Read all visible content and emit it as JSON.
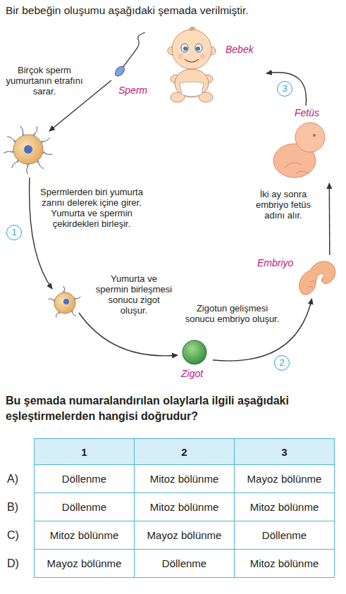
{
  "diagram": {
    "title": "Bir bebeğin oluşumu aşağıdaki şemada verilmiştir.",
    "nodes": [
      {
        "text": [
          "Bebek"
        ]
      },
      {
        "text": [
          "Sperm"
        ]
      },
      {
        "text": [
          "Fetüs"
        ]
      },
      {
        "text": [
          "Embriyo"
        ]
      },
      {
        "text": [
          "Zigot"
        ]
      }
    ],
    "edges": [
      {
        "from": 4,
        "to": 3,
        "arrow": "to"
      },
      {
        "from": 3,
        "to": 2,
        "arrow": "to"
      },
      {
        "from": 2,
        "to": 0,
        "arrow": "to"
      }
    ],
    "labels": [
      "Birçok sperm yumurtanın etrafını sarar.",
      "Spermlerden biri yumurta zarını delerek içine girer. Yumurta ve spermin çekirdekleri birleşir.",
      "Yumurta ve spermin birleşmesi sonucu zigot oluşur.",
      "Zigotun gelişmesi sonucu embriyo oluşur.",
      "İki ay sonra embriyo fetüs adını alır.",
      "1",
      "2",
      "3",
      "Bu şemada numaralandırılan olaylarla ilgili aşağıdaki eşleştirmelerden hangisi doğrudur?",
      "1",
      "2",
      "3",
      "A)",
      "Döllenme",
      "Mitoz bölünme",
      "Mayoz bölünme",
      "B)",
      "Döllenme",
      "Mitoz bölünme",
      "Mitoz bölünme",
      "C)",
      "Mitoz bölünme",
      "Mayoz bölünme",
      "Döllenme",
      "D)",
      "Mayoz bölünme",
      "Döllenme",
      "Mitoz bölünme"
    ]
  }
}
